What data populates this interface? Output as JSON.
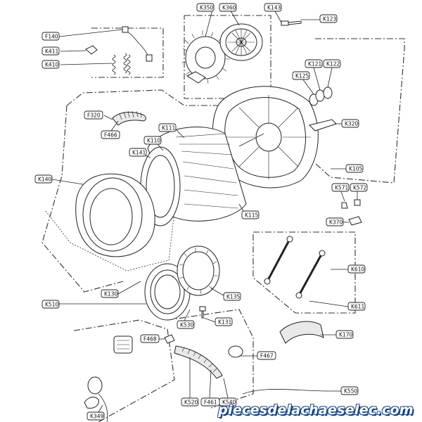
{
  "labels": {
    "K350": "K350",
    "K360": "K360",
    "K143": "K143",
    "K123": "K123",
    "F140": "F140",
    "K411": "K411",
    "K410": "K410",
    "K125": "K125",
    "K121": "K121",
    "K122": "K122",
    "F320": "F320",
    "F466": "F466",
    "K111": "K111",
    "K110": "K110",
    "K141": "K141",
    "K320": "K320",
    "K105": "K105",
    "K140": "K140",
    "K571": "K571",
    "K572": "K572",
    "K370": "K370",
    "K115": "K115",
    "K610": "K610",
    "K130": "K130",
    "K135": "K135",
    "K510": "K510",
    "K611": "K611",
    "K530": "K530",
    "K131": "K131",
    "K170": "K170",
    "F468": "F468",
    "F467": "F467",
    "K550": "K550",
    "K520": "K520",
    "F461": "F461",
    "K540": "K540",
    "K349": "K349"
  },
  "watermark": "piecesdelachaeselec.com",
  "colors": {
    "line": "#222222",
    "watermark_fill": "#ffffff",
    "watermark_outline": "#1d4f9c"
  }
}
